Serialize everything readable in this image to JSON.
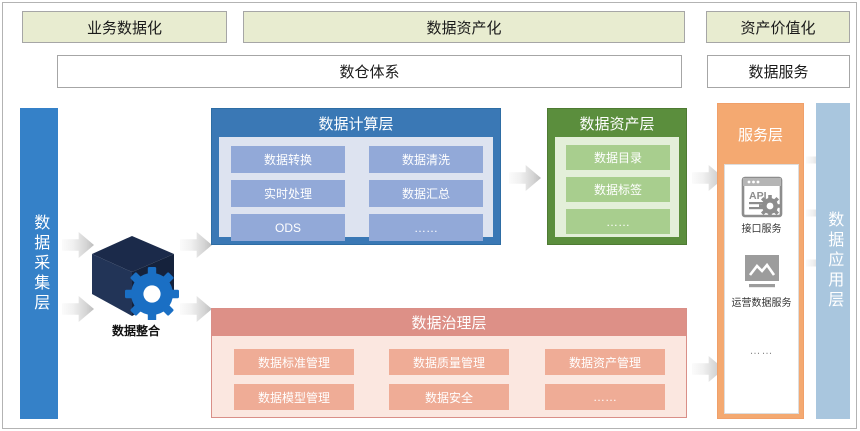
{
  "top_banners": [
    {
      "label": "业务数据化"
    },
    {
      "label": "数据资产化"
    },
    {
      "label": "资产价值化"
    }
  ],
  "sub_banners": [
    {
      "label": "数仓体系"
    },
    {
      "label": "数据服务"
    }
  ],
  "left_column": {
    "label": "数据采集层"
  },
  "right_column": {
    "label": "数据应用层"
  },
  "integration": {
    "label": "数据整合",
    "icon": "cube-gear-icon"
  },
  "compute_layer": {
    "title": "数据计算层",
    "chips": [
      "数据转换",
      "数据清洗",
      "实时处理",
      "数据汇总",
      "ODS",
      "……"
    ]
  },
  "asset_layer": {
    "title": "数据资产层",
    "chips": [
      "数据目录",
      "数据标签",
      "……"
    ]
  },
  "governance_layer": {
    "title": "数据治理层",
    "chips": [
      "数据标准管理",
      "数据质量管理",
      "数据资产管理",
      "数据模型管理",
      "数据安全",
      "……"
    ]
  },
  "service_layer": {
    "title": "服务层",
    "items": [
      {
        "icon": "api-window-icon",
        "label": "接口服务"
      },
      {
        "icon": "monitor-chart-icon",
        "label": "运营数据服务"
      }
    ],
    "more": "……"
  },
  "colors": {
    "banner_bg": "#e8ecd0",
    "blue_column": "#3581c8",
    "blue_panel_border": "#2e6da4",
    "blue_panel_body": "#dde3f0",
    "blue_chip": "#92a9d8",
    "green_panel_border": "#4e7a33",
    "green_panel_body": "#e3efd9",
    "green_chip": "#a8ce8e",
    "pink_panel_border": "#d98f88",
    "pink_panel_body": "#fbe7e0",
    "pink_chip": "#efac96",
    "orange_border": "#f0a06a",
    "right_column": "#a9c6de",
    "cube": "#1b2a4a",
    "gear": "#1a6fc4"
  }
}
